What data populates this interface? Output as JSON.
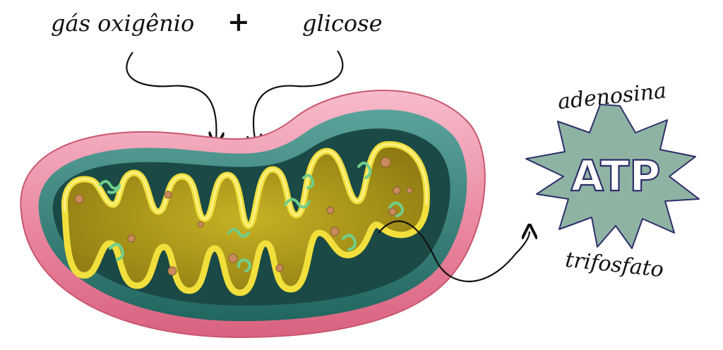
{
  "labels": {
    "oxygen": "gás oxigênio",
    "plus": "+",
    "glucose": "glicose",
    "atp": "ATP",
    "adenosine": "adenosina",
    "triphosphate": "trifosfato"
  },
  "colors": {
    "outer_membrane": "#e87a96",
    "outer_membrane_light": "#f4b6c4",
    "intermembrane": "#2f7f78",
    "matrix_dark": "#1d4f4b",
    "inner_membrane": "#e8d334",
    "inner_membrane_light": "#fff27a",
    "matrix_fill": "#b8a21a",
    "dna": "#6fcf8a",
    "ribosome": "#c98a5c",
    "atp_star": "#8fb3a3",
    "atp_outline": "#2d2f6b",
    "ink": "#111111"
  }
}
